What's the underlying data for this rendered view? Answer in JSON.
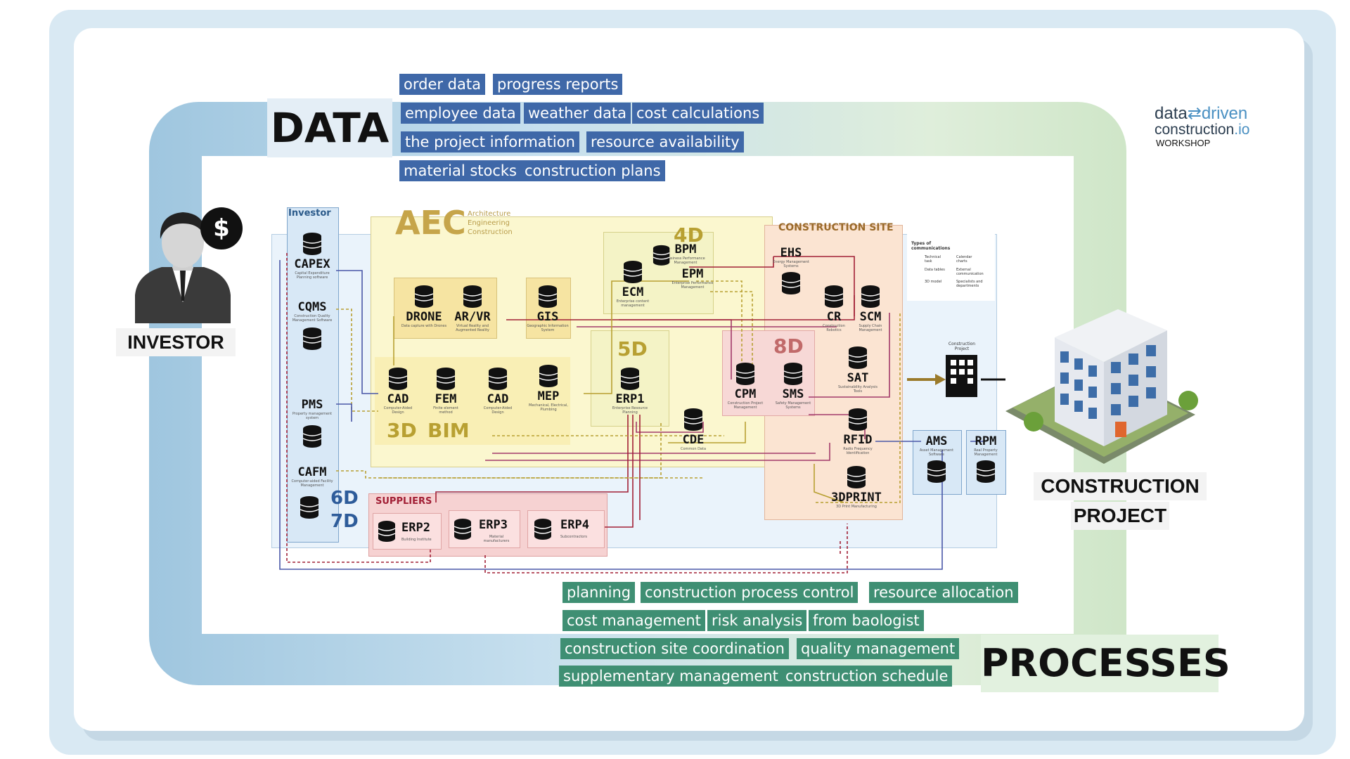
{
  "data_block": {
    "title": "DATA",
    "tags": [
      "order data",
      "progress reports",
      "employee data",
      "weather data",
      "cost calculations",
      "the project information",
      "resource availability",
      "material stocks",
      "construction plans"
    ]
  },
  "process_block": {
    "title": "PROCESSES",
    "tags": [
      "planning",
      "construction process control",
      "resource allocation",
      "cost management",
      "risk analysis",
      "from baologist",
      "construction site coordination",
      "quality management",
      "supplementary management",
      "construction schedule"
    ]
  },
  "investor": {
    "label": "INVESTOR",
    "icon": "dollar-icon",
    "glyph": "$"
  },
  "project": {
    "label_line1": "CONSTRUCTION",
    "label_line2": "PROJECT"
  },
  "logo": {
    "part1": "data",
    "part2": "driven",
    "part3": "construction",
    "part4": ".io",
    "sub": "WORKSHOP"
  },
  "diagram": {
    "investor_zone": "Investor",
    "aec_title": "AEC",
    "aec_sub1": "Architecture",
    "aec_sub2": "Engineering",
    "aec_sub3": "Construction",
    "site_title": "CONSTRUCTION SITE",
    "suppliers_title": "SUPPLIERS",
    "dim_4d": "4D",
    "dim_5d": "5D",
    "dim_8d": "8D",
    "dim_3d": "3D",
    "dim_bim": "BIM",
    "dim_6d": "6D",
    "dim_7d": "7D",
    "building_label": "Construction Project",
    "comm_title": "Types of communications",
    "nodes": {
      "capex": {
        "name": "CAPEX",
        "desc": "Capital Expenditure Planning software"
      },
      "cqms": {
        "name": "CQMS",
        "desc": "Construction Quality Management Software"
      },
      "pms": {
        "name": "PMS",
        "desc": "Property management system"
      },
      "cafm": {
        "name": "CAFM",
        "desc": "Computer-aided Facility Management"
      },
      "drone": {
        "name": "DRONE",
        "desc": "Data capture with Drones"
      },
      "arvr": {
        "name": "AR/VR",
        "desc": "Virtual Reality and Augmented Reality"
      },
      "gis": {
        "name": "GIS",
        "desc": "Geographic Information System"
      },
      "cad1": {
        "name": "CAD",
        "desc": "Computer-Aided Design"
      },
      "fem": {
        "name": "FEM",
        "desc": "Finite element method"
      },
      "cad2": {
        "name": "CAD",
        "desc": "Computer-Aided Design"
      },
      "mep": {
        "name": "MEP",
        "desc": "Mechanical, Electrical, Plumbing"
      },
      "bpm": {
        "name": "BPM",
        "desc": "Business Performance Management"
      },
      "ecm": {
        "name": "ECM",
        "desc": "Enterprise content management"
      },
      "epm": {
        "name": "EPM",
        "desc": "Enterprise Performance Management"
      },
      "erp1": {
        "name": "ERP1",
        "desc": "Enterprise Resource Planning"
      },
      "cde": {
        "name": "CDE",
        "desc": "Common Data"
      },
      "cpm": {
        "name": "CPM",
        "desc": "Construction Project Management"
      },
      "sms": {
        "name": "SMS",
        "desc": "Safety Management Systems"
      },
      "ehs": {
        "name": "EHS",
        "desc": "Energy Management Systems"
      },
      "cr": {
        "name": "CR",
        "desc": "Construction Robotics"
      },
      "scm": {
        "name": "SCM",
        "desc": "Supply Chain Management"
      },
      "sat": {
        "name": "SAT",
        "desc": "Sustainability Analysis Tools"
      },
      "rfid": {
        "name": "RFID",
        "desc": "Radio Frequency Identification"
      },
      "print3d": {
        "name": "3DPRINT",
        "desc": "3D Print Manufacturing"
      },
      "ams": {
        "name": "AMS",
        "desc": "Asset Management Software"
      },
      "rpm": {
        "name": "RPM",
        "desc": "Real Property Management"
      },
      "erp2": {
        "name": "ERP2",
        "desc": "Building Institute"
      },
      "erp3": {
        "name": "ERP3",
        "desc": "Material manufacturers"
      },
      "erp4": {
        "name": "ERP4",
        "desc": "Subcontractors"
      }
    },
    "legend": [
      "Technical task",
      "Calendar charts",
      "Data tables",
      "External communication",
      "3D model",
      "Specialists and departments"
    ]
  },
  "colors": {
    "tag_blue": "#3f68a8",
    "tag_green": "#3f8f73",
    "aec_zone": "#fbf7cf",
    "site_zone": "#fbe4d2",
    "supplier_zone": "#f6d2d2",
    "investor_zone": "#d8e8f6"
  }
}
